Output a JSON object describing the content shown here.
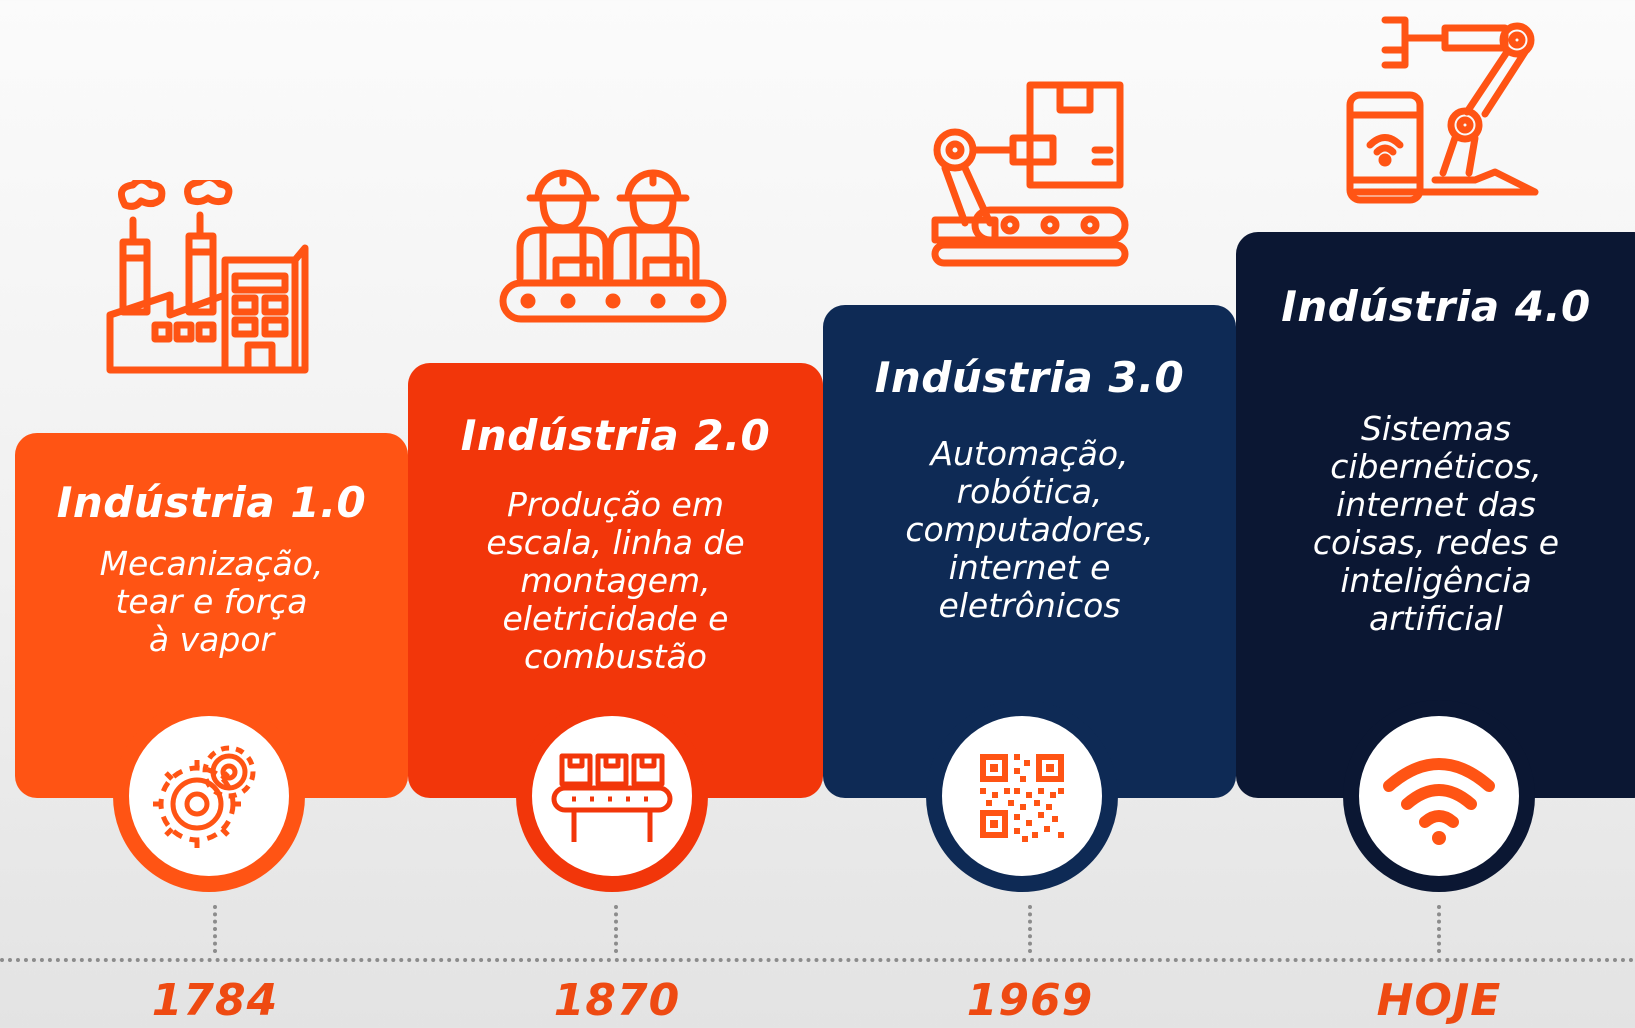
{
  "colors": {
    "orange": "#ff5414",
    "orange_red": "#f2360a",
    "navy": "#0e2a55",
    "dark_navy": "#0b1733",
    "accent_orange": "#ee4a12",
    "timeline_gray": "#8c8c8c"
  },
  "stages": [
    {
      "title": "Indústria 1.0",
      "description_lines": [
        "Mecanização,",
        "tear e força",
        "à vapor"
      ],
      "year": "1784",
      "top_icon": "factory-icon",
      "badge_icon": "gears-icon"
    },
    {
      "title": "Indústria 2.0",
      "description_lines": [
        "Produção em",
        "escala, linha de",
        "montagem,",
        "eletricidade e",
        "combustão"
      ],
      "year": "1870",
      "top_icon": "assembly-line-workers-icon",
      "badge_icon": "conveyor-boxes-icon"
    },
    {
      "title": "Indústria 3.0",
      "description_lines": [
        "Automação,",
        "robótica,",
        "computadores,",
        "internet e",
        "eletrônicos"
      ],
      "year": "1969",
      "top_icon": "robot-arm-conveyor-icon",
      "badge_icon": "qr-code-icon"
    },
    {
      "title": "Indústria 4.0",
      "description_lines": [
        "Sistemas",
        "cibernéticos,",
        "internet das",
        "coisas, redes e",
        "inteligência",
        "artificial"
      ],
      "year": "HOJE",
      "top_icon": "robot-arm-smartphone-icon",
      "badge_icon": "wifi-icon"
    }
  ]
}
